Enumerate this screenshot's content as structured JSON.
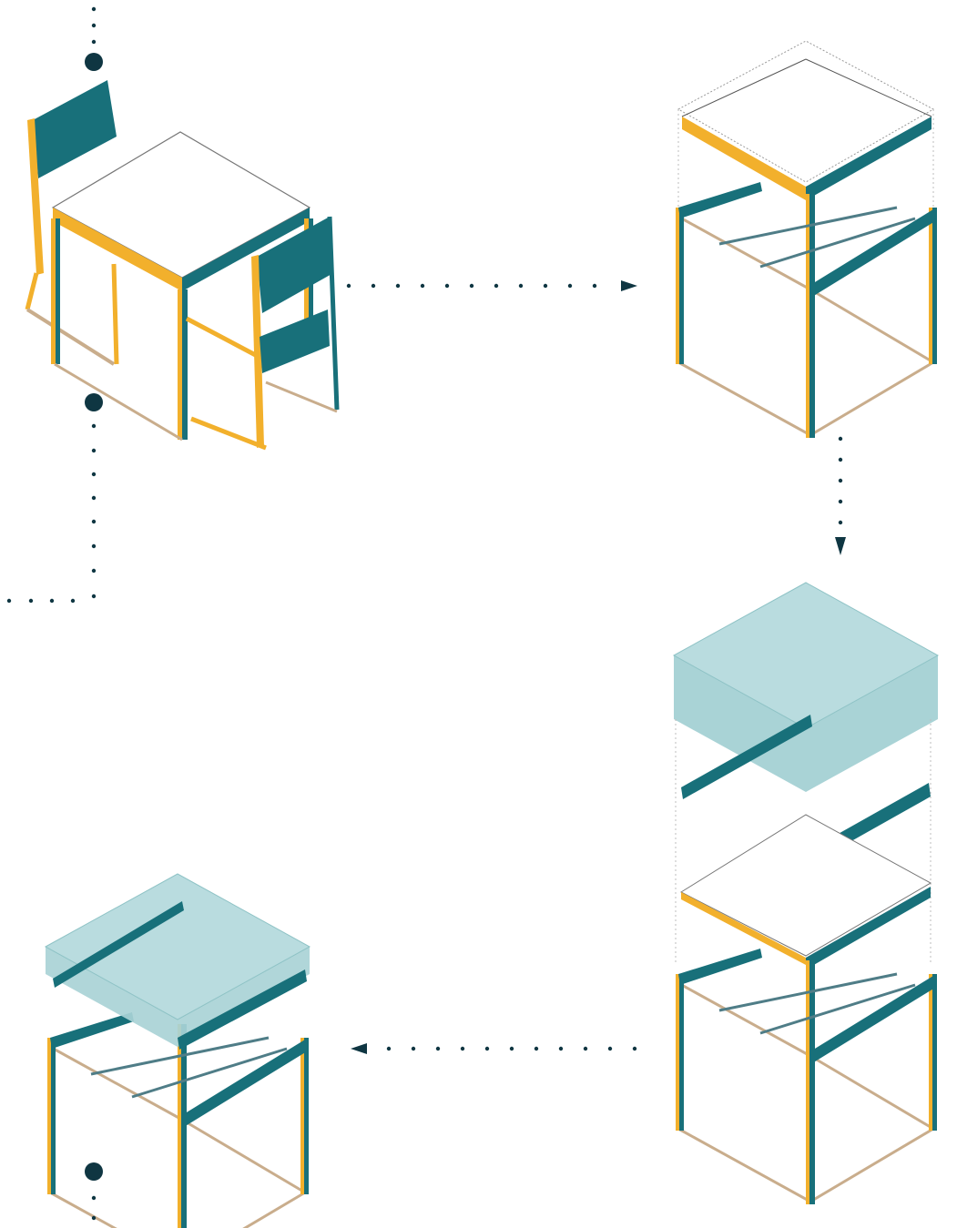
{
  "diagram": {
    "colors": {
      "teal": "#18707a",
      "orange": "#f2b02c",
      "tan": "#c9ad8c",
      "navy": "#0f3642",
      "glass": "#a9d3d6",
      "line": "#555555",
      "ghost": "#9a9a9a"
    },
    "stages": [
      {
        "name": "desk-with-two-chairs"
      },
      {
        "name": "desk-frame-with-top-outline"
      },
      {
        "name": "exploded-desk-assembly"
      },
      {
        "name": "assembled-desk-with-tray"
      }
    ],
    "flow": [
      "desk-with-two-chairs",
      "desk-frame-with-top-outline",
      "exploded-desk-assembly",
      "assembled-desk-with-tray"
    ],
    "arrow_icons": [
      "arrow-right-icon",
      "arrow-down-icon",
      "arrow-left-icon"
    ]
  }
}
